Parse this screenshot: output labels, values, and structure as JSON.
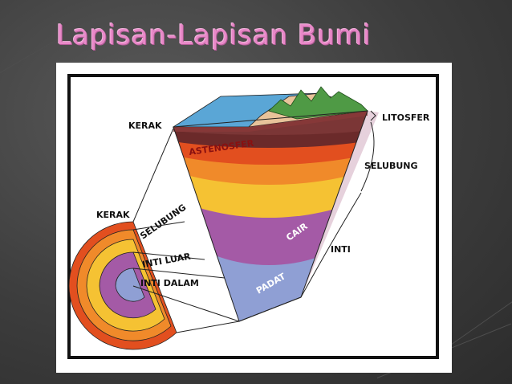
{
  "title": "Lapisan-Lapisan Bumi",
  "labels": {
    "kerak_top": "KERAK",
    "kerak_left": "KERAK",
    "litosfer": "LITOSFER",
    "selubung_right": "SELUBUNG",
    "inti": "INTI",
    "astenosfer": "ASTENOSFER",
    "selubung_diag": "SELUBUNG",
    "inti_luar": "INTI LUAR",
    "inti_dalam": "INTI DALAM",
    "cair": "CAIR",
    "padat": "PADAT"
  },
  "colors": {
    "title": "#e889c8",
    "crust_ocean": "#5aa6d6",
    "crust_land": "#e8c39a",
    "mountains": "#4f9a45",
    "lithosphere": "#6b2a2a",
    "asthenosphere": "#e24f1f",
    "mantle_upper": "#f08a2a",
    "mantle": "#f5c233",
    "outer_core": "#a45aa6",
    "inner_core": "#8f9fd4"
  }
}
